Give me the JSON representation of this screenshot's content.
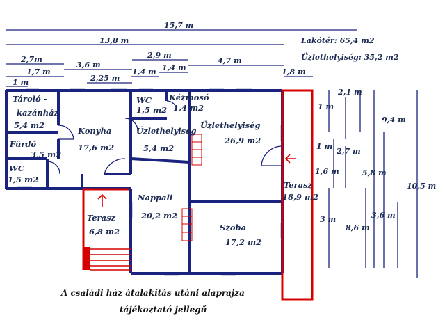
{
  "summary": {
    "living_area": "Lakótér: 65,4 m2",
    "commercial_area": "Üzlethelyiség: 35,2 m2"
  },
  "caption": {
    "line1": "A családi ház átalakítás utáni alaprajza",
    "line2": "tájékoztató jellegű"
  },
  "dimensions": {
    "top": [
      "15,7 m",
      "13,8 m",
      "2,7m",
      "2,9 m",
      "3,6 m",
      "4,7 m",
      "1,7 m",
      "1,4 m",
      "1,4 m",
      "1,8 m",
      "2,25 m",
      "1 m"
    ],
    "right": [
      "2,1 m",
      "1 m",
      "9,4 m",
      "1 m",
      "2,7 m",
      "1,6 m",
      "5,8 m",
      "10,5 m",
      "3,6 m",
      "3 m",
      "8,6 m"
    ]
  },
  "rooms": {
    "taroló": "Tároló -",
    "kazanhaz": "kazánház",
    "taroló_area": "5,4 m2",
    "wc1": "WC",
    "wc1_area": "1,5 m2",
    "kezmoso": "Kézmosó",
    "kezmoso_area": "1,4 m2",
    "konyha": "Konyha",
    "konyha_area": "17,6 m2",
    "uzlet_small": "Üzlethelyiség",
    "uzlet_small_area": "5,4 m2",
    "uzlet_big": "Üzlethelyiség",
    "uzlet_big_area": "26,9 m2",
    "furdo": "Fürdő",
    "furdo_area": "3,5 m2",
    "wc2": "WC",
    "wc2_area": "1,5 m2",
    "nappali": "Nappali",
    "nappali_area": "20,2 m2",
    "szoba": "Szoba",
    "szoba_area": "17,2 m2",
    "terasz_left": "Terasz",
    "terasz_left_area": "6,8 m2",
    "terasz_right": "Terasz",
    "terasz_right_area": "18,9 m2"
  },
  "colors": {
    "wall": "#1a237e",
    "terrace": "#d50000",
    "window": "#c9d6e8",
    "dim": "#1a237e"
  }
}
